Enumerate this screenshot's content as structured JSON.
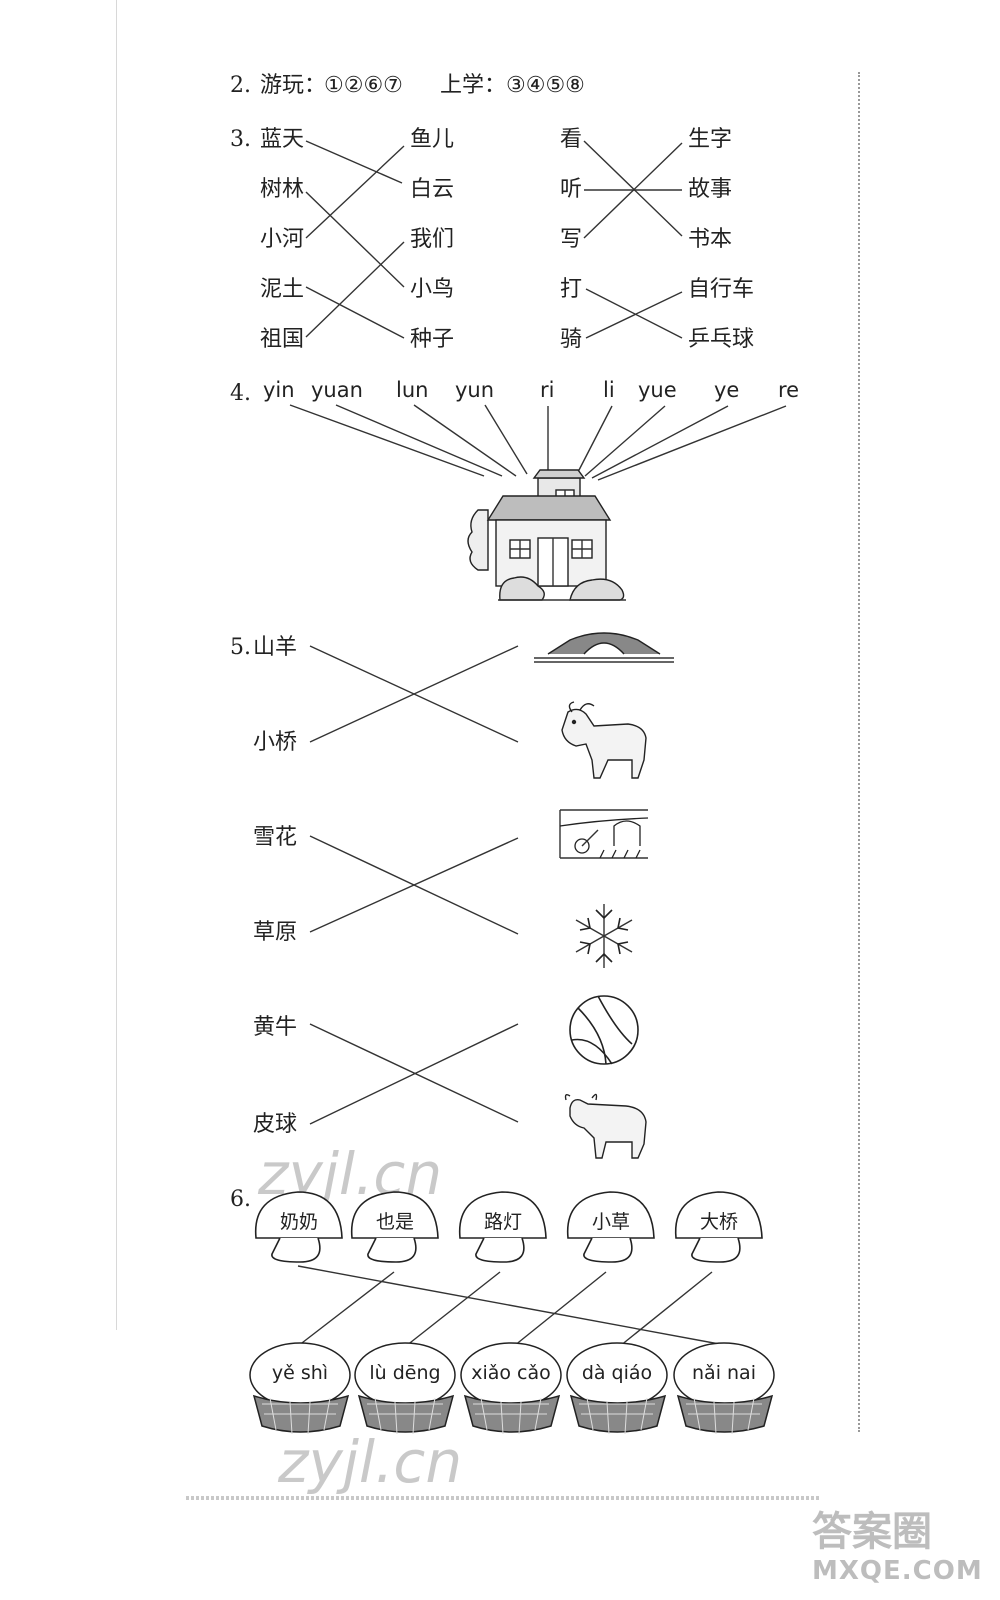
{
  "q2": {
    "num": "2.",
    "a_label": "游玩：",
    "a_vals": "①②⑥⑦",
    "b_label": "上学：",
    "b_vals": "③④⑤⑧"
  },
  "q3": {
    "num": "3.",
    "left_a": [
      "蓝天",
      "树林",
      "小河",
      "泥土",
      "祖国"
    ],
    "right_a": [
      "鱼儿",
      "白云",
      "我们",
      "小鸟",
      "种子"
    ],
    "left_b": [
      "看",
      "听",
      "写",
      "打",
      "骑"
    ],
    "right_b": [
      "生字",
      "故事",
      "书本",
      "自行车",
      "乒乓球"
    ]
  },
  "q4": {
    "num": "4.",
    "syllables": [
      "yin",
      "yuan",
      "lun",
      "yun",
      "ri",
      "li",
      "yue",
      "ye",
      "re"
    ]
  },
  "q5": {
    "num": "5.",
    "words": [
      "山羊",
      "小桥",
      "雪花",
      "草原",
      "黄牛",
      "皮球"
    ]
  },
  "q6": {
    "num": "6.",
    "mushrooms": [
      "奶奶",
      "也是",
      "路灯",
      "小草",
      "大桥"
    ],
    "baskets": [
      "yě shì",
      "lù dēng",
      "xiǎo cǎo",
      "dà qiáo",
      "nǎi nai"
    ]
  },
  "watermark": {
    "text": "zyjl.cn",
    "logo_text": "答案圈",
    "logo_url": "MXQE.COM"
  },
  "icons": [
    "house-illustration",
    "bridge-picture",
    "goat-picture",
    "farm-picture",
    "snowflake-picture",
    "ball-picture",
    "ox-picture",
    "mushroom-icon",
    "basket-icon"
  ]
}
